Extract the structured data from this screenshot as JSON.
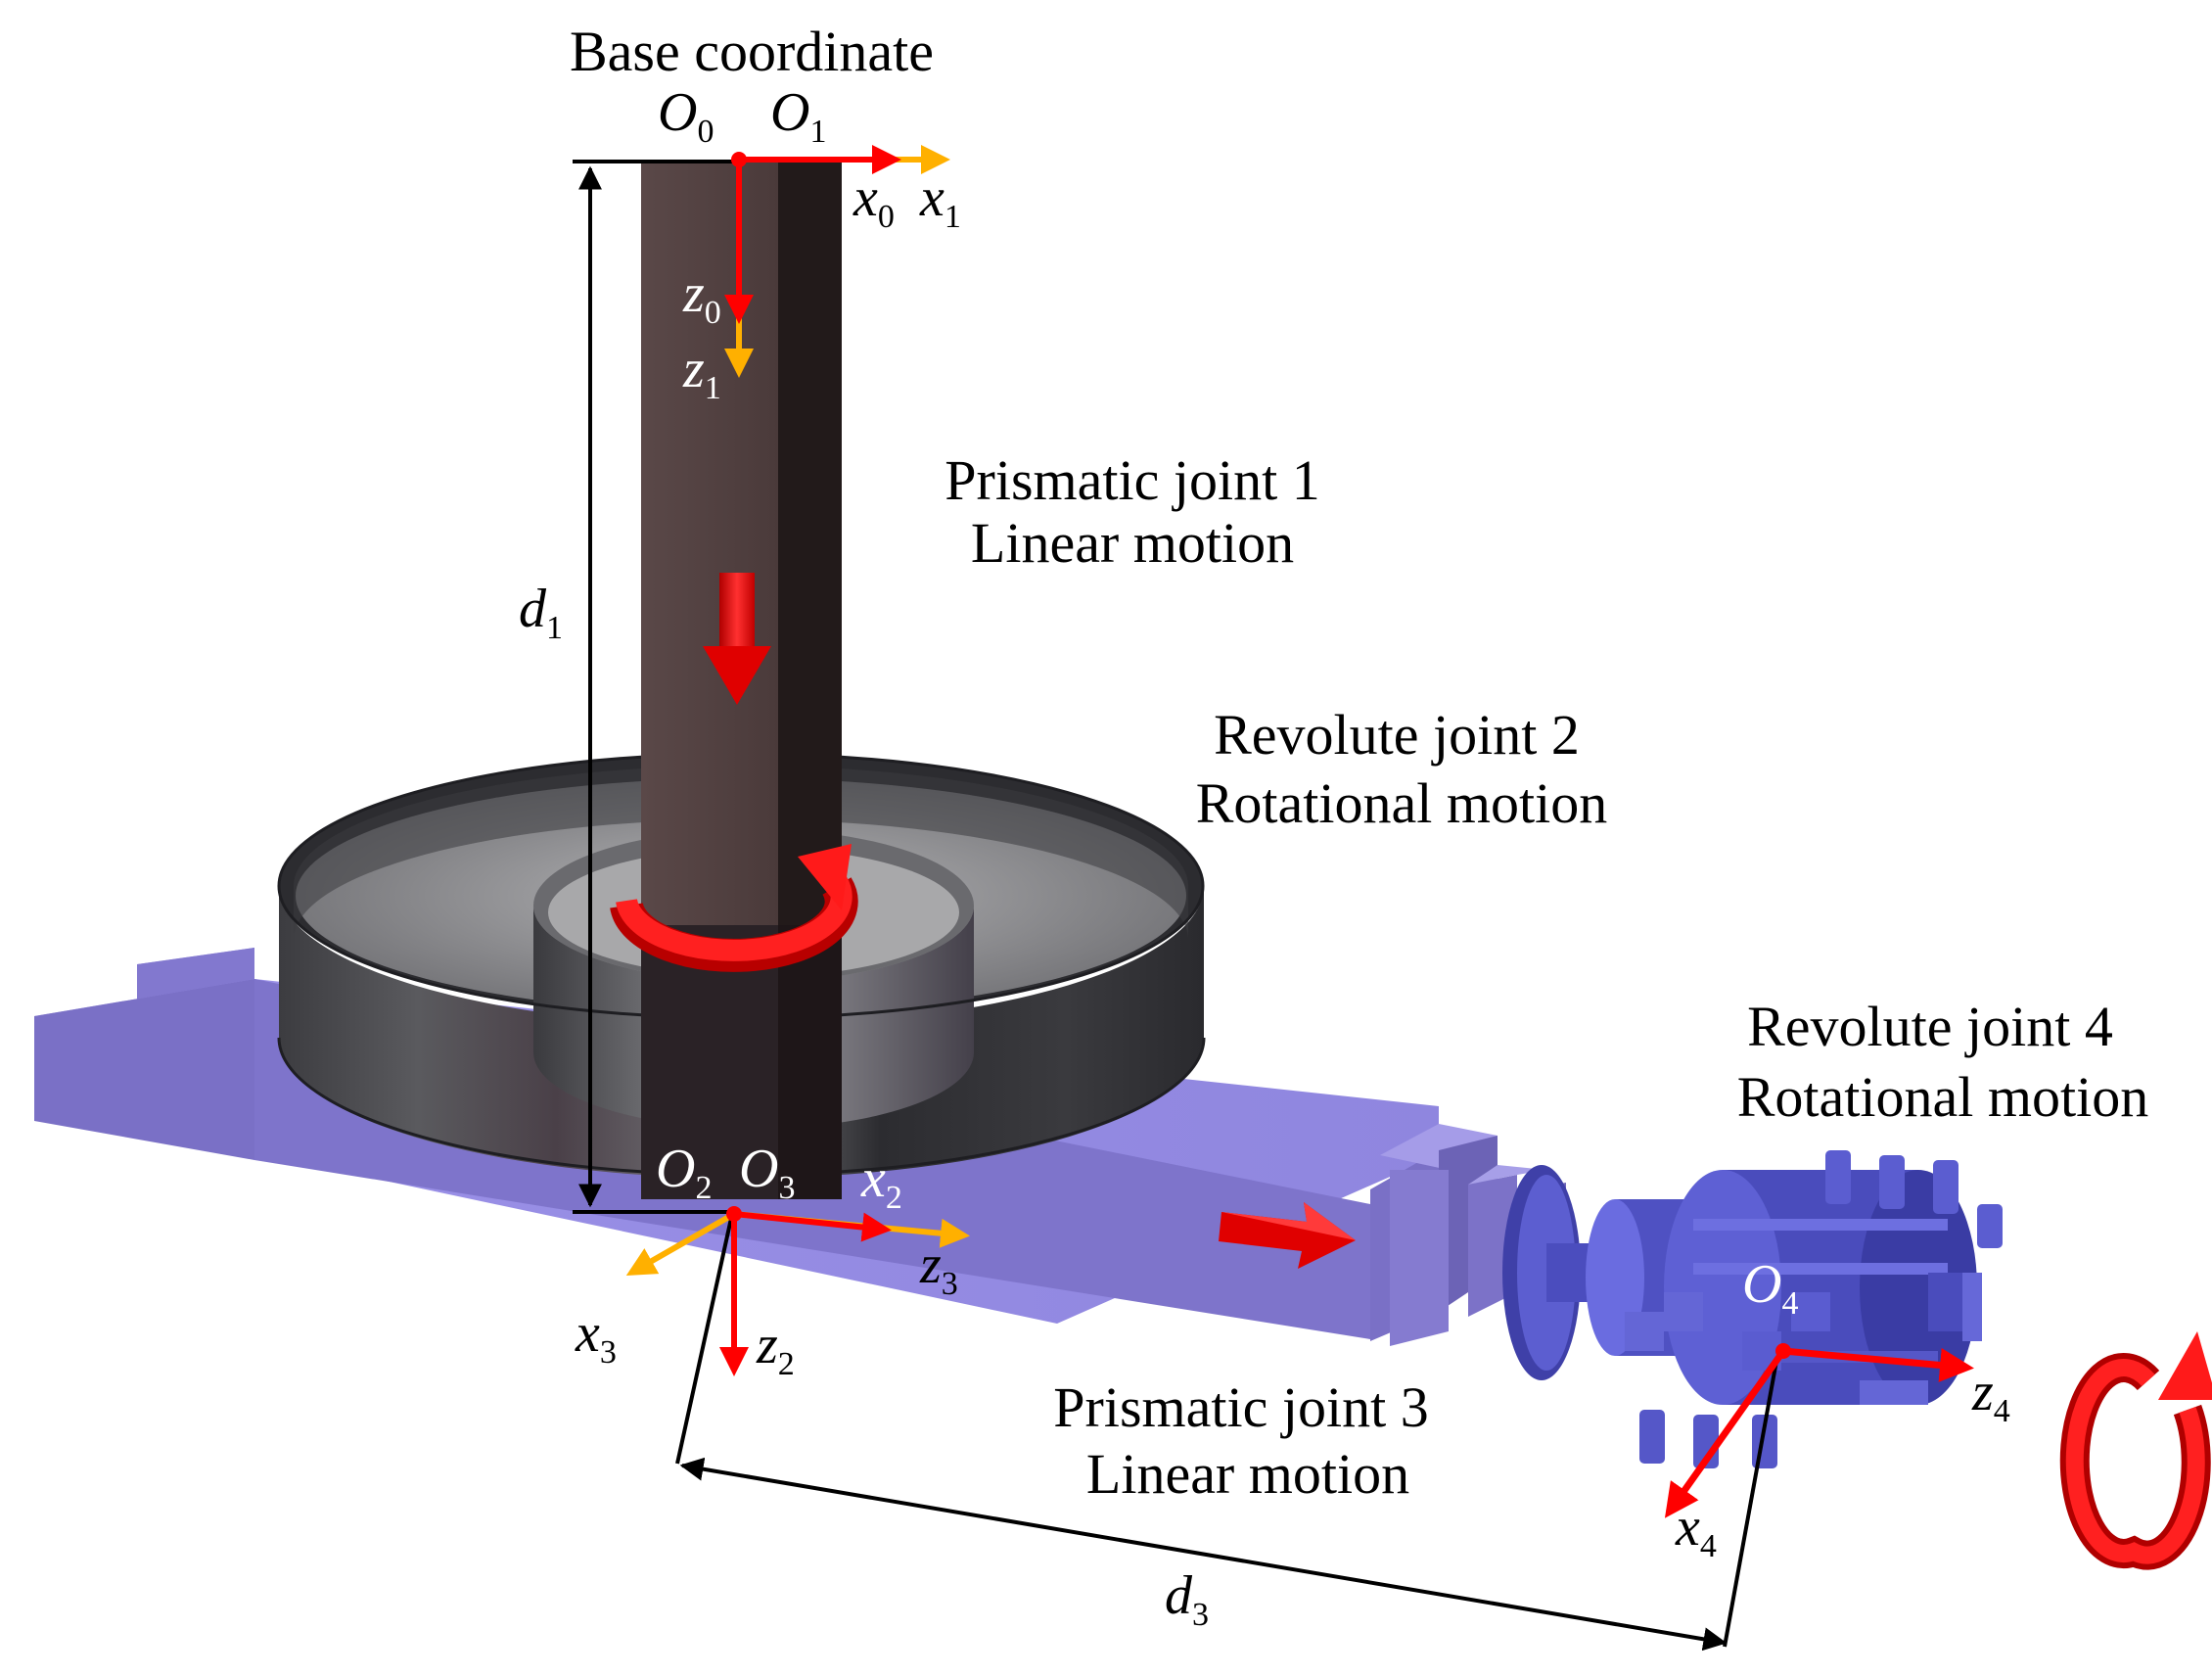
{
  "colors": {
    "frame_red": "#ff0000",
    "frame_orange": "#ffb000",
    "column": "#4e3e3e",
    "ring": "#3a3a3e",
    "rail": "#8a7fd8",
    "end_effector": "#5a5ccc",
    "motion_arrow": "#ff1a1a",
    "dimension_line": "#000000"
  },
  "labels": {
    "base_coordinate": "Base coordinate",
    "prismatic_joint_1": "Prismatic joint 1",
    "prismatic_joint_1_motion": "Linear motion",
    "revolute_joint_2": "Revolute joint 2",
    "revolute_joint_2_motion": "Rotational motion",
    "prismatic_joint_3": "Prismatic joint 3",
    "prismatic_joint_3_motion": "Linear motion",
    "revolute_joint_4": "Revolute joint 4",
    "revolute_joint_4_motion": "Rotational motion"
  },
  "symbols": {
    "O0": {
      "base": "O",
      "sub": "0"
    },
    "O1": {
      "base": "O",
      "sub": "1"
    },
    "x0": {
      "base": "x",
      "sub": "0"
    },
    "x1": {
      "base": "x",
      "sub": "1"
    },
    "z0": {
      "base": "z",
      "sub": "0"
    },
    "z1": {
      "base": "z",
      "sub": "1"
    },
    "d1": {
      "base": "d",
      "sub": "1"
    },
    "O2": {
      "base": "O",
      "sub": "2"
    },
    "O3": {
      "base": "O",
      "sub": "3"
    },
    "x2": {
      "base": "x",
      "sub": "2"
    },
    "z3": {
      "base": "z",
      "sub": "3"
    },
    "x3": {
      "base": "x",
      "sub": "3"
    },
    "z2": {
      "base": "z",
      "sub": "2"
    },
    "O4": {
      "base": "O",
      "sub": "4"
    },
    "z4": {
      "base": "z",
      "sub": "4"
    },
    "x4": {
      "base": "x",
      "sub": "4"
    },
    "d3": {
      "base": "d",
      "sub": "3"
    }
  }
}
